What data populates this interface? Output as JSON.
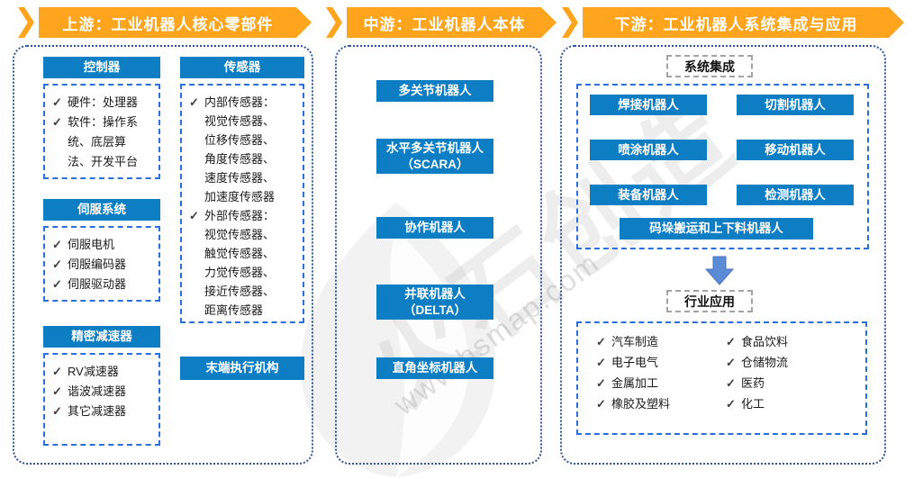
{
  "icons": {
    "check": "✓"
  },
  "colors": {
    "banner_orange": "#FFA41D",
    "box_blue": "#0D7DC4",
    "panel_border_blue": "#2F5597",
    "inner_dash_blue": "#2B6FDB",
    "arrow_blue": "#5B8BD5"
  },
  "banners": {
    "upstream": "上游：工业机器人核心零部件",
    "midstream": "中游：工业机器人本体",
    "downstream": "下游：工业机器人系统集成与应用"
  },
  "upstream": {
    "controller": {
      "title": "控制器",
      "items": [
        "硬件：处理器",
        "软件：操作系统、底层算法、开发平台"
      ]
    },
    "servo": {
      "title": "伺服系统",
      "items": [
        "伺服电机",
        "伺服编码器",
        "伺服驱动器"
      ]
    },
    "reducer": {
      "title": "精密减速器",
      "items": [
        "RV减速器",
        "谐波减速器",
        "其它减速器"
      ]
    },
    "sensor": {
      "title": "传感器",
      "items": [
        "内部传感器：视觉传感器、位移传感器、角度传感器、速度传感器、加速度传感器",
        "外部传感器：视觉传感器、触觉传感器、力觉传感器、接近传感器、距离传感器"
      ]
    },
    "end_effector": "末端执行机构"
  },
  "midstream": {
    "robots": [
      "多关节机器人",
      "水平多关节机器人\n（SCARA）",
      "协作机器人",
      "并联机器人\n（DELTA）",
      "直角坐标机器人"
    ]
  },
  "downstream": {
    "integration_label": "系统集成",
    "robots": [
      "焊接机器人",
      "切割机器人",
      "喷涂机器人",
      "移动机器人",
      "装备机器人",
      "检测机器人"
    ],
    "palletizing": "码垛搬运和上下料机器人",
    "application_label": "行业应用",
    "applications_left": [
      "汽车制造",
      "电子电气",
      "金属加工",
      "橡胶及塑料"
    ],
    "applications_right": [
      "食品饮料",
      "仓储物流",
      "医药",
      "化工"
    ]
  },
  "watermark": {
    "brand": "火石创造",
    "url": "www.hsmap.com"
  }
}
